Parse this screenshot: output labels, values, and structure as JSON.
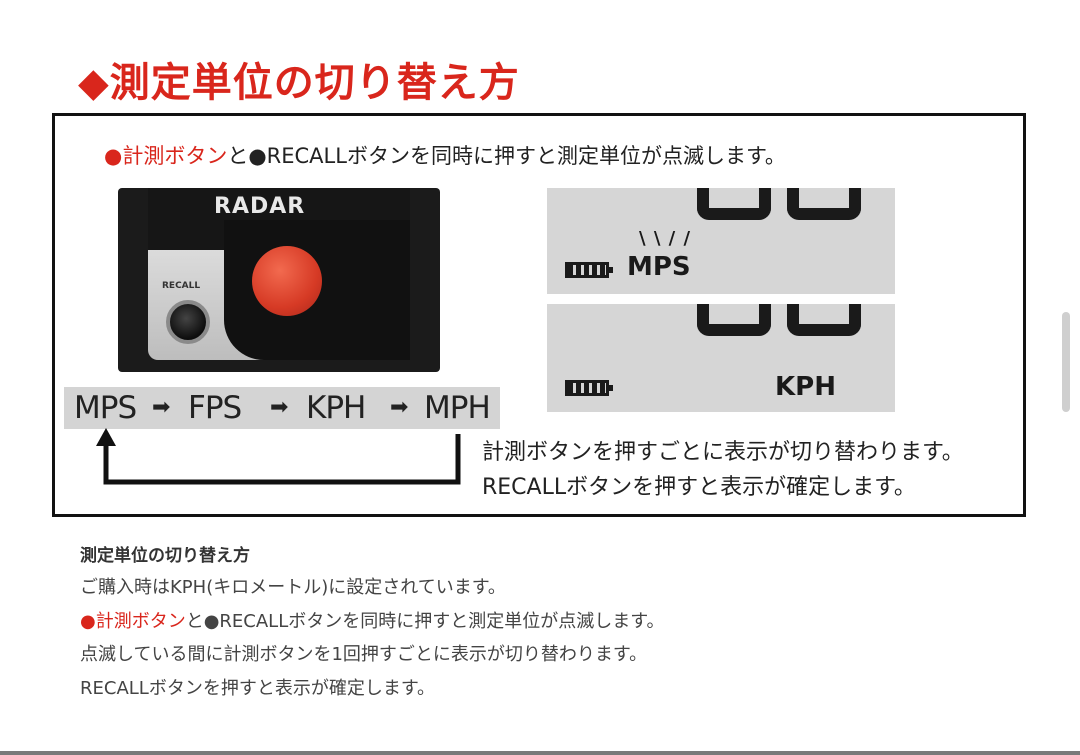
{
  "heading": "◆測定単位の切り替え方",
  "intro": {
    "part1": "●計測ボタン",
    "part2": "と●RECALLボタンを同時に押すと測定単位が点滅します。"
  },
  "device": {
    "brand": "RADAR",
    "recall_label": "RECALL"
  },
  "sequence": {
    "units": [
      "MPS",
      "FPS",
      "KPH",
      "MPH"
    ],
    "arrow": "➡"
  },
  "lcd": {
    "top_unit": "MPS",
    "bottom_unit": "KPH",
    "ticks": "\\\\\\\\\\\\\\\\"
  },
  "box_note": {
    "line1": "計測ボタンを押すごとに表示が切り替わります。",
    "line2": "RECALLボタンを押すと表示が確定します。"
  },
  "description": {
    "title": "測定単位の切り替え方",
    "line1": "ご購入時はKPH(キロメートル)に設定されています。",
    "line2_red": "●計測ボタン",
    "line2_rest": "と●RECALLボタンを同時に押すと測定単位が点滅します。",
    "line3": "点滅している間に計測ボタンを1回押すごとに表示が切り替わります。",
    "line4": "RECALLボタンを押すと表示が確定します。"
  },
  "colors": {
    "accent_red": "#d9261c"
  }
}
